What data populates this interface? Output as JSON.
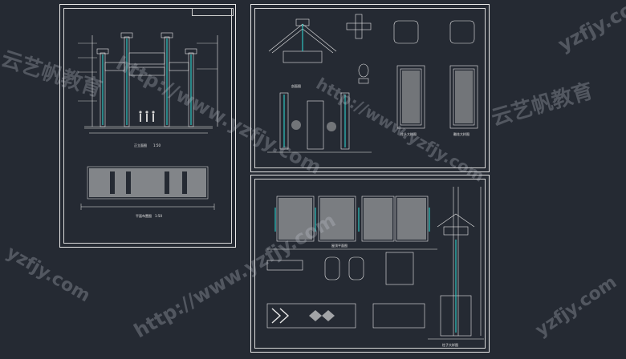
{
  "app": {
    "title": "CAD drawing viewer"
  },
  "sheets": {
    "left": {
      "elevation_title": "正立面图",
      "elevation_scale": "1:50",
      "plan_title": "平面布置图",
      "plan_scale": "1:50"
    },
    "top_right": {
      "section_title": "剖面图",
      "detail_title_1": "柱头大样图",
      "detail_title_2": "雕花大样图"
    },
    "bottom_right": {
      "roof_title": "屋顶平面图",
      "column_title": "柱子大样图"
    }
  },
  "watermark": {
    "brand": "云艺帆教育",
    "url": "yzfjy.com",
    "url_full": "http://www.yzfjy.com"
  },
  "colors": {
    "background": "#252a33",
    "line": "#e8e8e8",
    "accent": "#2fc5c0"
  }
}
